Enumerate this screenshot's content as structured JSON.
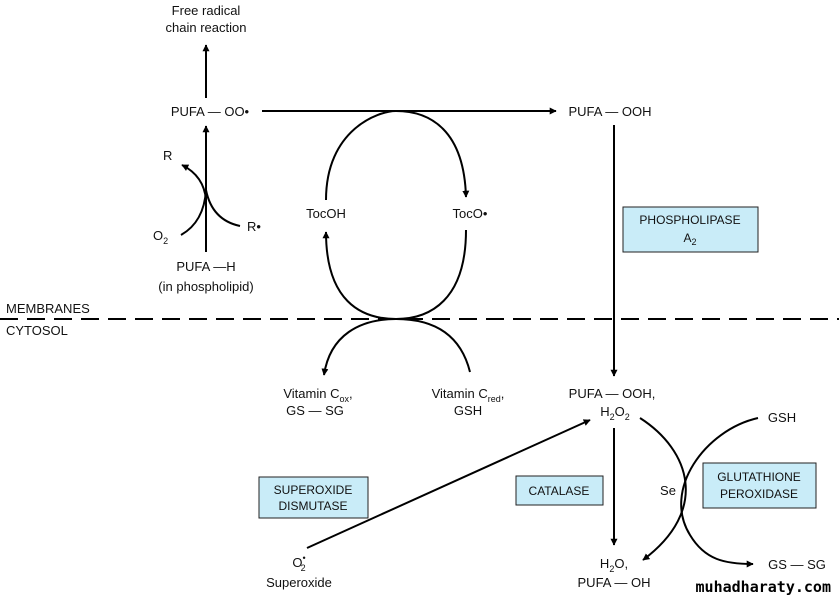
{
  "labels": {
    "free_radical_1": "Free radical",
    "free_radical_2": "chain reaction",
    "pufa_oo": "PUFA — OO•",
    "pufa_ooh_top": "PUFA — OOH",
    "r": "R",
    "r_dot": "R•",
    "o2": "O",
    "o2_sub": "2",
    "pufa_h": "PUFA —H",
    "in_phospholipid": "(in phospholipid)",
    "tocoh": "TocOH",
    "toco": "TocO•",
    "membranes": "MEMBRANES",
    "cytosol": "CYTOSOL",
    "vit_c_ox": "Vitamin C",
    "vit_c_ox_sub": "ox",
    "vit_c_ox_comma": ",",
    "gs_sg_left": "GS — SG",
    "vit_c_red": "Vitamin C",
    "vit_c_red_sub": "red",
    "vit_c_red_comma": ",",
    "gsh_left": "GSH",
    "pufa_ooh_bottom": "PUFA — OOH,",
    "h2o2_h": "H",
    "h2o2_sub1": "2",
    "h2o2_o": "O",
    "h2o2_sub2": "2",
    "gsh_right": "GSH",
    "se": "Se",
    "o2_superoxide": "O",
    "o2_superoxide_sup": "•",
    "o2_superoxide_sub": "2",
    "superoxide": "Superoxide",
    "h2o_h": "H",
    "h2o_sub": "2",
    "h2o_o": "O,",
    "pufa_oh": "PUFA — OH",
    "gs_sg_right": "GS — SG"
  },
  "enzymes": {
    "phospholipase_1": "PHOSPHOLIPASE",
    "phospholipase_2": "A",
    "phospholipase_2_sub": "2",
    "superoxide_dismutase_1": "SUPEROXIDE",
    "superoxide_dismutase_2": "DISMUTASE",
    "catalase": "CATALASE",
    "glutathione_peroxidase_1": "GLUTATHIONE",
    "glutathione_peroxidase_2": "PEROXIDASE"
  },
  "watermark": "muhadharaty.com",
  "colors": {
    "enzyme_box": "#c9ecf8",
    "line": "#000000"
  }
}
